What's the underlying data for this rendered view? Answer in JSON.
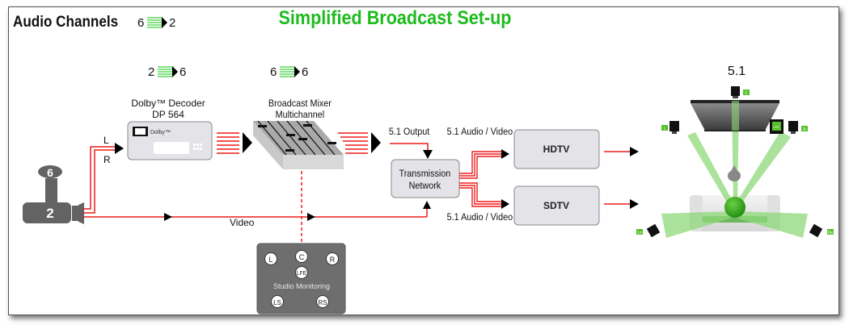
{
  "header": {
    "left_title": "Audio Channels",
    "title": "Simplified Broadcast Set-up",
    "title_color": "#1dbb1d"
  },
  "channel_badges": [
    {
      "id": "source",
      "from": "6",
      "to": "2"
    },
    {
      "id": "decoder",
      "from": "2",
      "to": "6"
    },
    {
      "id": "mixer",
      "from": "6",
      "to": "6"
    }
  ],
  "camera": {
    "top_label": "6",
    "body_label": "2"
  },
  "decoder": {
    "title_line1": "Dolby™ Decoder",
    "title_line2": "DP 564",
    "brand": "Dolby™",
    "input_labels": {
      "left": "L",
      "right": "R"
    }
  },
  "mixer": {
    "title_line1": "Broadcast Mixer",
    "title_line2": "Multichannel"
  },
  "output_label": "5.1 Output",
  "video_label": "Video",
  "transmission": {
    "line1": "Transmission",
    "line2": "Network"
  },
  "outputs": [
    {
      "name": "HDTV",
      "feed_label": "5.1 Audio / Video"
    },
    {
      "name": "SDTV",
      "feed_label": "5.1 Audio / Video"
    }
  ],
  "monitoring": {
    "title": "Studio Monitoring",
    "speakers": [
      "L",
      "C",
      "R",
      "LFE",
      "LS",
      "RS"
    ]
  },
  "surround": {
    "title": "5.1",
    "speakers": [
      "C",
      "L",
      "LFE",
      "R",
      "Ls",
      "Rs"
    ]
  },
  "colors": {
    "signal_red": "#ee1c1c",
    "arrow_black": "#000000",
    "box_fill": "#e4e4e8",
    "monitor_fill": "#6e6e6e",
    "speaker_green": "#55c02a",
    "beam_green": "#8fd97a",
    "camera_gray": "#636363"
  }
}
